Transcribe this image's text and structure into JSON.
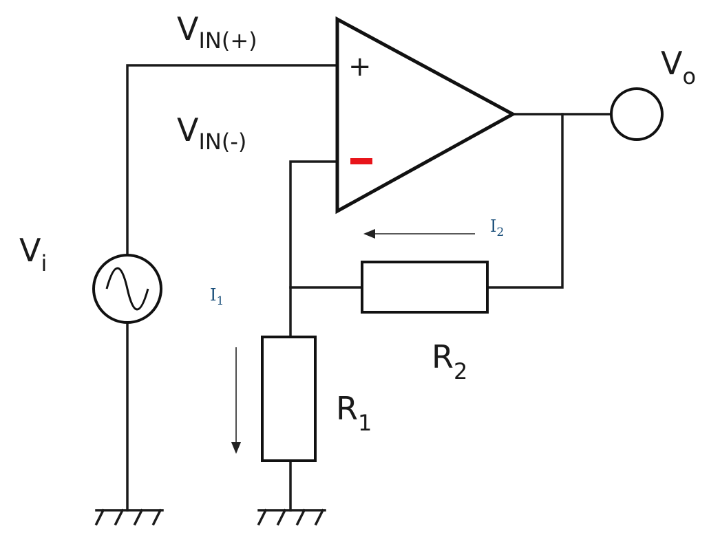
{
  "labels": {
    "vin_plus": {
      "main": "V",
      "sub": "IN(+)"
    },
    "vin_minus": {
      "main": "V",
      "sub": "IN(-)"
    },
    "vo": {
      "main": "V",
      "sub": "o"
    },
    "vi": {
      "main": "V",
      "sub": "i"
    },
    "r1": {
      "main": "R",
      "sub": "1"
    },
    "r2": {
      "main": "R",
      "sub": "2"
    },
    "i1": {
      "main": "I",
      "sub": "1"
    },
    "i2": {
      "main": "I",
      "sub": "2"
    },
    "plus_sign": "+",
    "minus_sign": "−"
  },
  "colors": {
    "line": "#111111",
    "minus_terminal": "#e8141a",
    "current_label": "#1a4f7a"
  },
  "icons": {
    "source": "ac-source-icon",
    "ground": "ground-icon",
    "resistor": "resistor-icon",
    "op_amp": "op-amp-icon",
    "output_terminal": "output-terminal-icon"
  }
}
